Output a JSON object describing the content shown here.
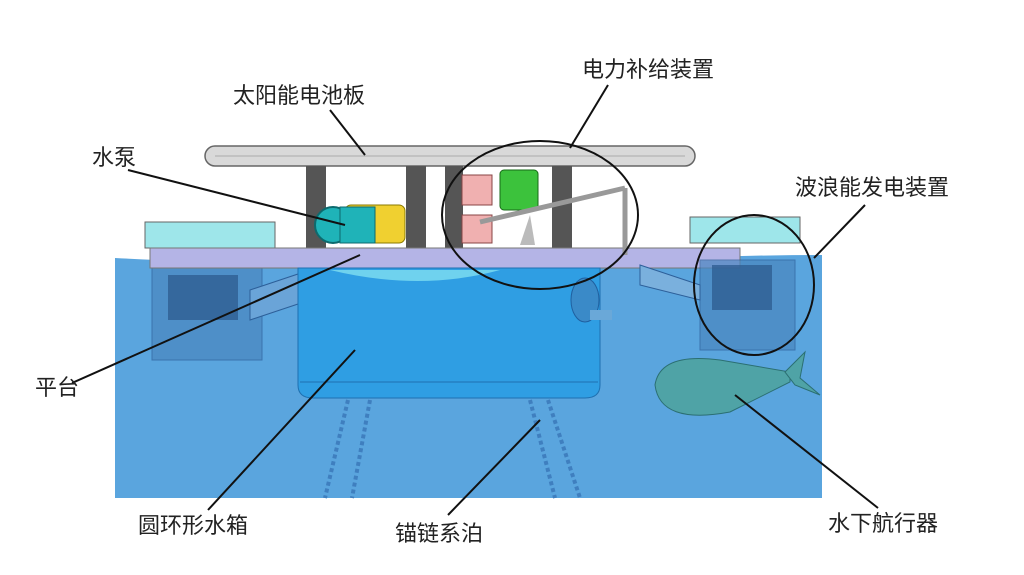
{
  "labels": {
    "solar_panel": "太阳能电池板",
    "power_supply": "电力补给装置",
    "water_pump": "水泵",
    "wave_energy": "波浪能发电装置",
    "platform": "平台",
    "ring_tank": "圆环形水箱",
    "mooring": "锚链系泊",
    "auv": "水下航行器"
  },
  "colors": {
    "water": "#5aa5de",
    "tank": "#2f9ee3",
    "platform": "#b4b4e6",
    "pump": "#1fb3b8",
    "generator": "#3cc23c",
    "auv": "#4fa3a6"
  }
}
